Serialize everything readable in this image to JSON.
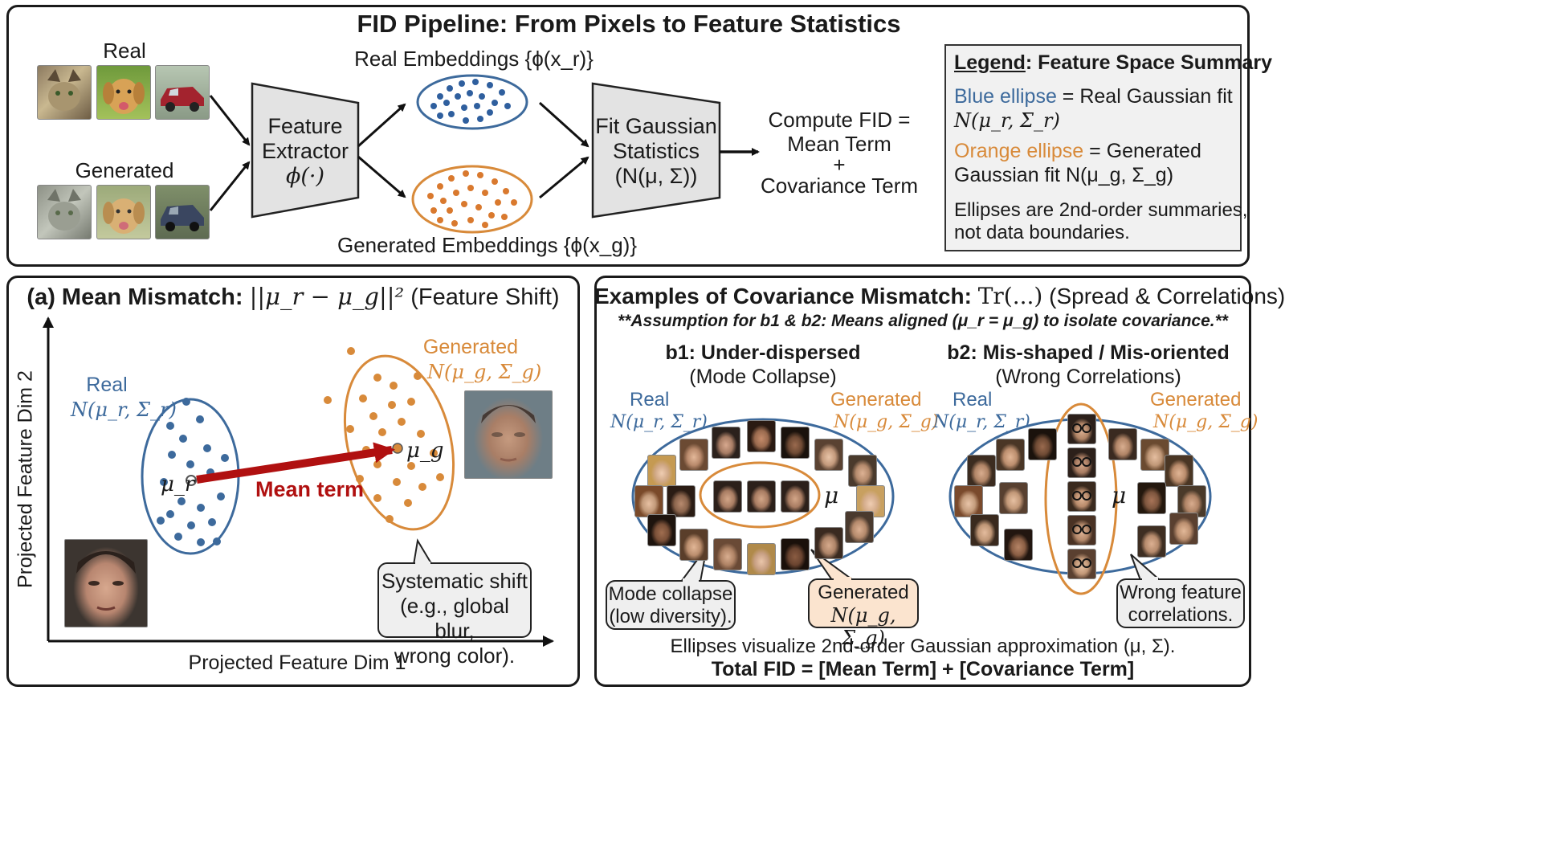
{
  "colors": {
    "real": "#3d6a9c",
    "generated": "#d88a3a",
    "arrow_red": "#b01010",
    "box_fill": "#e3e3e3",
    "bubble_fill": "#efefef",
    "gen_bubble_fill": "#fbe4cf"
  },
  "top": {
    "title": "FID Pipeline: From Pixels to Feature Statistics",
    "real_label": "Real",
    "generated_label": "Generated",
    "extractor": [
      "Feature",
      "Extractor",
      "ϕ(·)"
    ],
    "real_embeddings": "Real Embeddings {ϕ(x_r)}",
    "generated_embeddings": "Generated Embeddings {ϕ(x_g)}",
    "fit": [
      "Fit Gaussian",
      "Statistics",
      "(N(μ, Σ))"
    ],
    "compute": [
      "Compute FID =",
      "Mean Term",
      "+",
      "Covariance Term"
    ],
    "legend": {
      "title_underlined": "Legend",
      "title_rest": ": Feature Space Summary",
      "blue_word": "Blue ellipse",
      "blue_rest": " = Real Gaussian fit",
      "blue_formula": "N(μ_r, Σ_r)",
      "orange_word": "Orange ellipse",
      "orange_rest": " = Generated",
      "orange_line2": "Gaussian fit N(μ_g, Σ_g)",
      "note1": "Ellipses are 2nd-order summaries,",
      "note2": "not data boundaries."
    },
    "thumb_icons": [
      "cat-photo",
      "dog-photo",
      "car-photo"
    ]
  },
  "panel_a": {
    "title_bold": "(a) Mean Mismatch:",
    "title_formula": "||μ_r − μ_g||²",
    "title_rest": "(Feature Shift)",
    "real_label": "Real",
    "real_formula": "N(μ_r, Σ_r)",
    "gen_label": "Generated",
    "gen_formula": "N(μ_g, Σ_g)",
    "mu_r": "μ_r",
    "mu_g": "μ_g",
    "mean_term": "Mean term",
    "y_axis": "Projected Feature Dim 2",
    "x_axis": "Projected Feature Dim 1",
    "bubble": [
      "Systematic shift",
      "(e.g., global blur,",
      "wrong color)."
    ]
  },
  "panel_b": {
    "title_bold": "Examples of Covariance Mismatch:",
    "title_formula": "Tr(...)",
    "title_rest": "(Spread & Correlations)",
    "assumption": "**Assumption for b1 & b2: Means aligned (μ_r = μ_g) to isolate covariance.**",
    "b1_title": "b1: Under-dispersed",
    "b1_sub": "(Mode Collapse)",
    "b2_title": "b2: Mis-shaped / Mis-oriented",
    "b2_sub": "(Wrong Correlations)",
    "real_label": "Real",
    "real_formula": "N(μ_r, Σ_r)",
    "gen_label": "Generated",
    "gen_formula": "N(μ_g, Σ_g)",
    "mu": "μ",
    "bubble_mode": [
      "Mode collapse",
      "(low diversity)."
    ],
    "bubble_gen": [
      "Generated",
      "N(μ_g, Σ_g)"
    ],
    "bubble_wrong": [
      "Wrong feature",
      "correlations."
    ],
    "footer1": "Ellipses visualize 2nd-order Gaussian approximation (μ, Σ).",
    "footer2": "Total FID = [Mean Term] + [Covariance Term]"
  }
}
